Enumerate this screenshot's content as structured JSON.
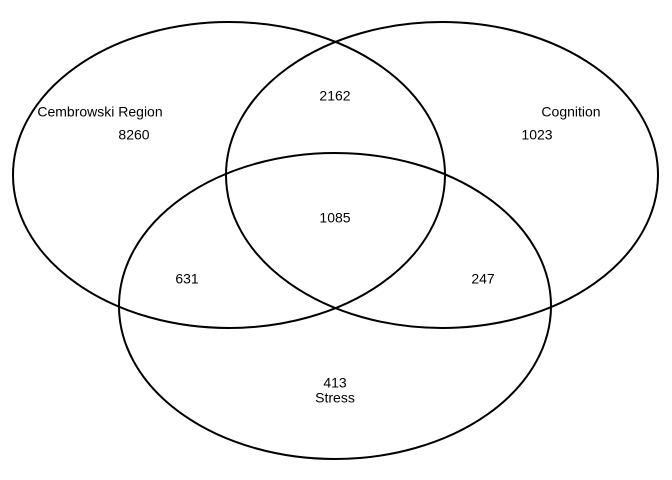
{
  "sets": [
    {
      "id": "cembrowski",
      "label": "Cembrowski Region"
    },
    {
      "id": "cognition",
      "label": "Cognition"
    },
    {
      "id": "stress",
      "label": "Stress"
    }
  ],
  "regions": {
    "cembrowski_only": "8260",
    "cognition_only": "1023",
    "stress_only": "413",
    "cembrowski_cognition": "2162",
    "cembrowski_stress": "631",
    "cognition_stress": "247",
    "all_three": "1085"
  },
  "colors": {
    "stroke": "#000000",
    "background": "#ffffff",
    "text": "#000000"
  }
}
